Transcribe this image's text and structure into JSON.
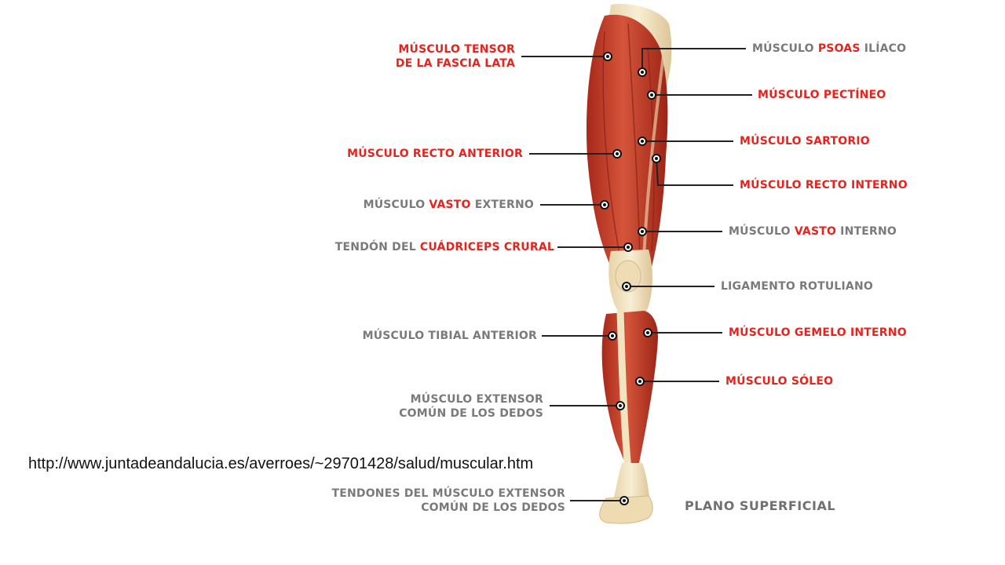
{
  "labels": {
    "tensor_fascia": {
      "l1_red": "MÚSCULO TENSOR",
      "l2_red": "DE LA FASCIA LATA"
    },
    "recto_anterior": {
      "red": "MÚSCULO RECTO ANTERIOR"
    },
    "vasto_externo": {
      "gray1": "MÚSCULO ",
      "red": "VASTO",
      "gray2": " EXTERNO"
    },
    "tendon_cuadriceps": {
      "gray1": "TENDÓN DEL ",
      "red": "CUÁDRICEPS CRURAL"
    },
    "tibial_anterior": {
      "gray": "MÚSCULO TIBIAL ANTERIOR"
    },
    "extensor_comun": {
      "l1_gray": "MÚSCULO EXTENSOR",
      "l2_gray": "COMÚN DE LOS DEDOS"
    },
    "tendones_extensor": {
      "l1_gray": "TENDONES DEL MÚSCULO EXTENSOR",
      "l2_gray": "COMÚN DE LOS DEDOS"
    },
    "psoas_iliaco": {
      "gray1": "MÚSCULO ",
      "red": "PSOAS",
      "gray2": " ILÍACO"
    },
    "pectineo": {
      "red": "MÚSCULO PECTÍNEO"
    },
    "sartorio": {
      "red": "MÚSCULO SARTORIO"
    },
    "recto_interno": {
      "red": "MÚSCULO RECTO INTERNO"
    },
    "vasto_interno": {
      "gray1": "MÚSCULO ",
      "red": "VASTO",
      "gray2": " INTERNO"
    },
    "ligamento_rotuliano": {
      "gray": "LIGAMENTO ROTULIANO"
    },
    "gemelo_interno": {
      "red": "MÚSCULO GEMELO INTERNO"
    },
    "soleo": {
      "red": "MÚSCULO SÓLEO"
    }
  },
  "plano": "PLANO SUPERFICIAL",
  "source_url": "http://www.juntadeandalucia.es/averroes/~29701428/salud/muscular.htm",
  "colors": {
    "red_label": "#e8231d",
    "gray_label": "#7a7a7a",
    "muscle": "#c9412b",
    "tendon": "#f1e2bf"
  }
}
